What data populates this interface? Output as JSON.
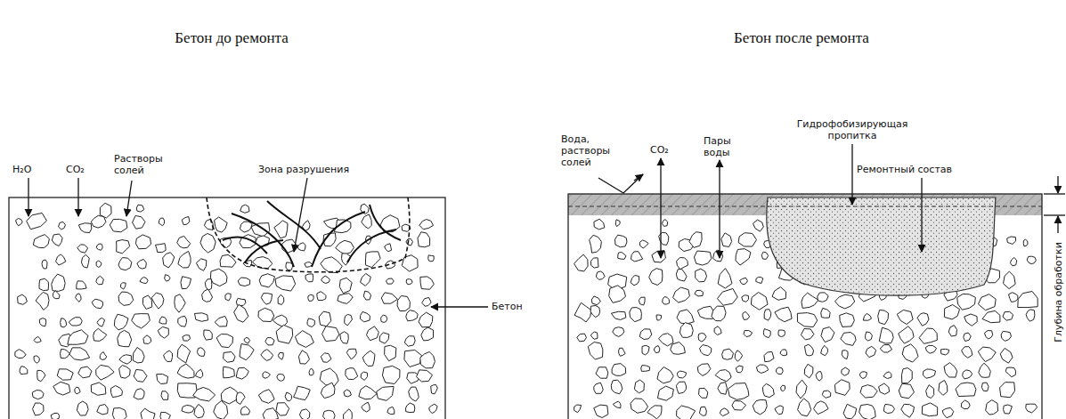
{
  "diagram": {
    "labels": [
      "Бетон до ремонта",
      "Бетон после ремонта",
      "H₂O",
      "CO₂",
      "Растворы солей",
      "Зона разрушения",
      "Бетон",
      "Вода, растворы солей",
      "CO₂",
      "Пары воды",
      "Гидрофобизирующая пропитка",
      "Ремонтный состав",
      "Глубина обработки"
    ]
  }
}
